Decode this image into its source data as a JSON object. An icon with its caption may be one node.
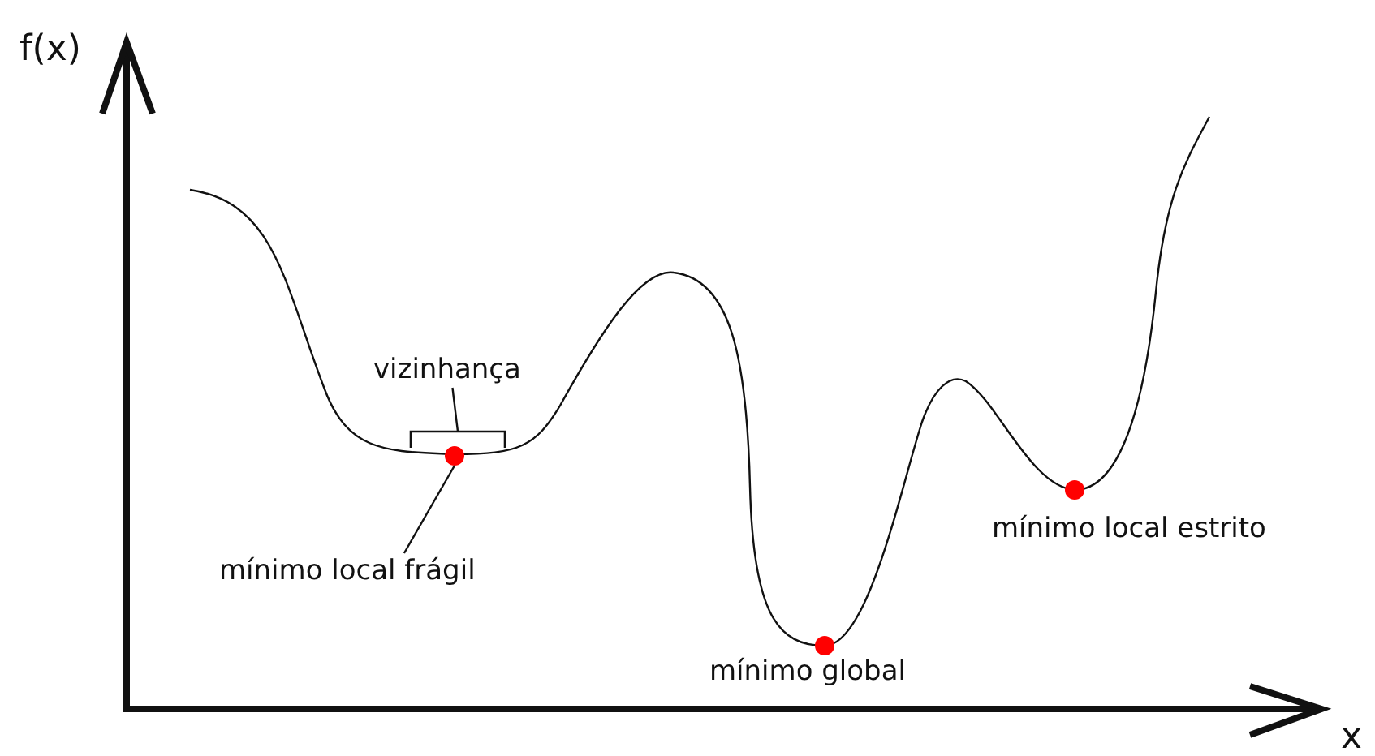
{
  "diagram": {
    "nodes": [
      {
        "text": [
          "vizinhança"
        ]
      },
      {
        "text": [],
        "shape": "bracket"
      },
      {
        "text": [
          "mínimo local frágil"
        ]
      },
      {
        "text": [],
        "shape": "circle"
      },
      {
        "text": [],
        "shape": "circle"
      },
      {
        "text": [],
        "shape": "circle"
      }
    ],
    "edges": [
      {
        "from": 0,
        "to": 1,
        "arrow": "none"
      },
      {
        "from": 2,
        "to": 3,
        "arrow": "none"
      }
    ],
    "labels": [
      "f(x)",
      "x",
      "mínimo local estrito",
      "mínimo global"
    ]
  }
}
